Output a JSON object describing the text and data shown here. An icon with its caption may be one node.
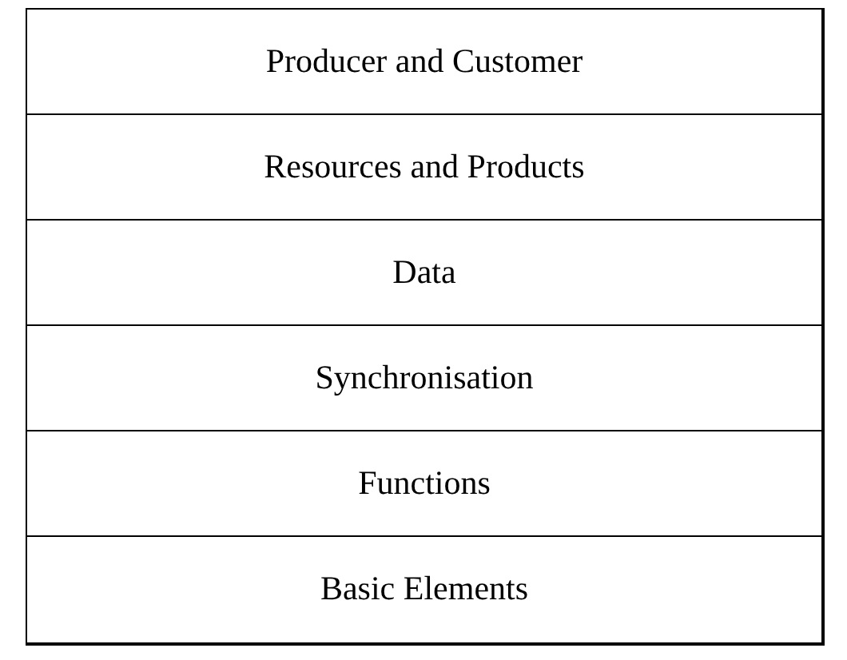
{
  "diagram": {
    "nodes": [
      {
        "text": [
          "Producer and Customer"
        ]
      },
      {
        "text": [
          "Resources and Products"
        ]
      },
      {
        "text": [
          "Data"
        ]
      },
      {
        "text": [
          "Synchronisation"
        ]
      },
      {
        "text": [
          "Functions"
        ]
      },
      {
        "text": [
          "Basic Elements"
        ]
      }
    ]
  }
}
